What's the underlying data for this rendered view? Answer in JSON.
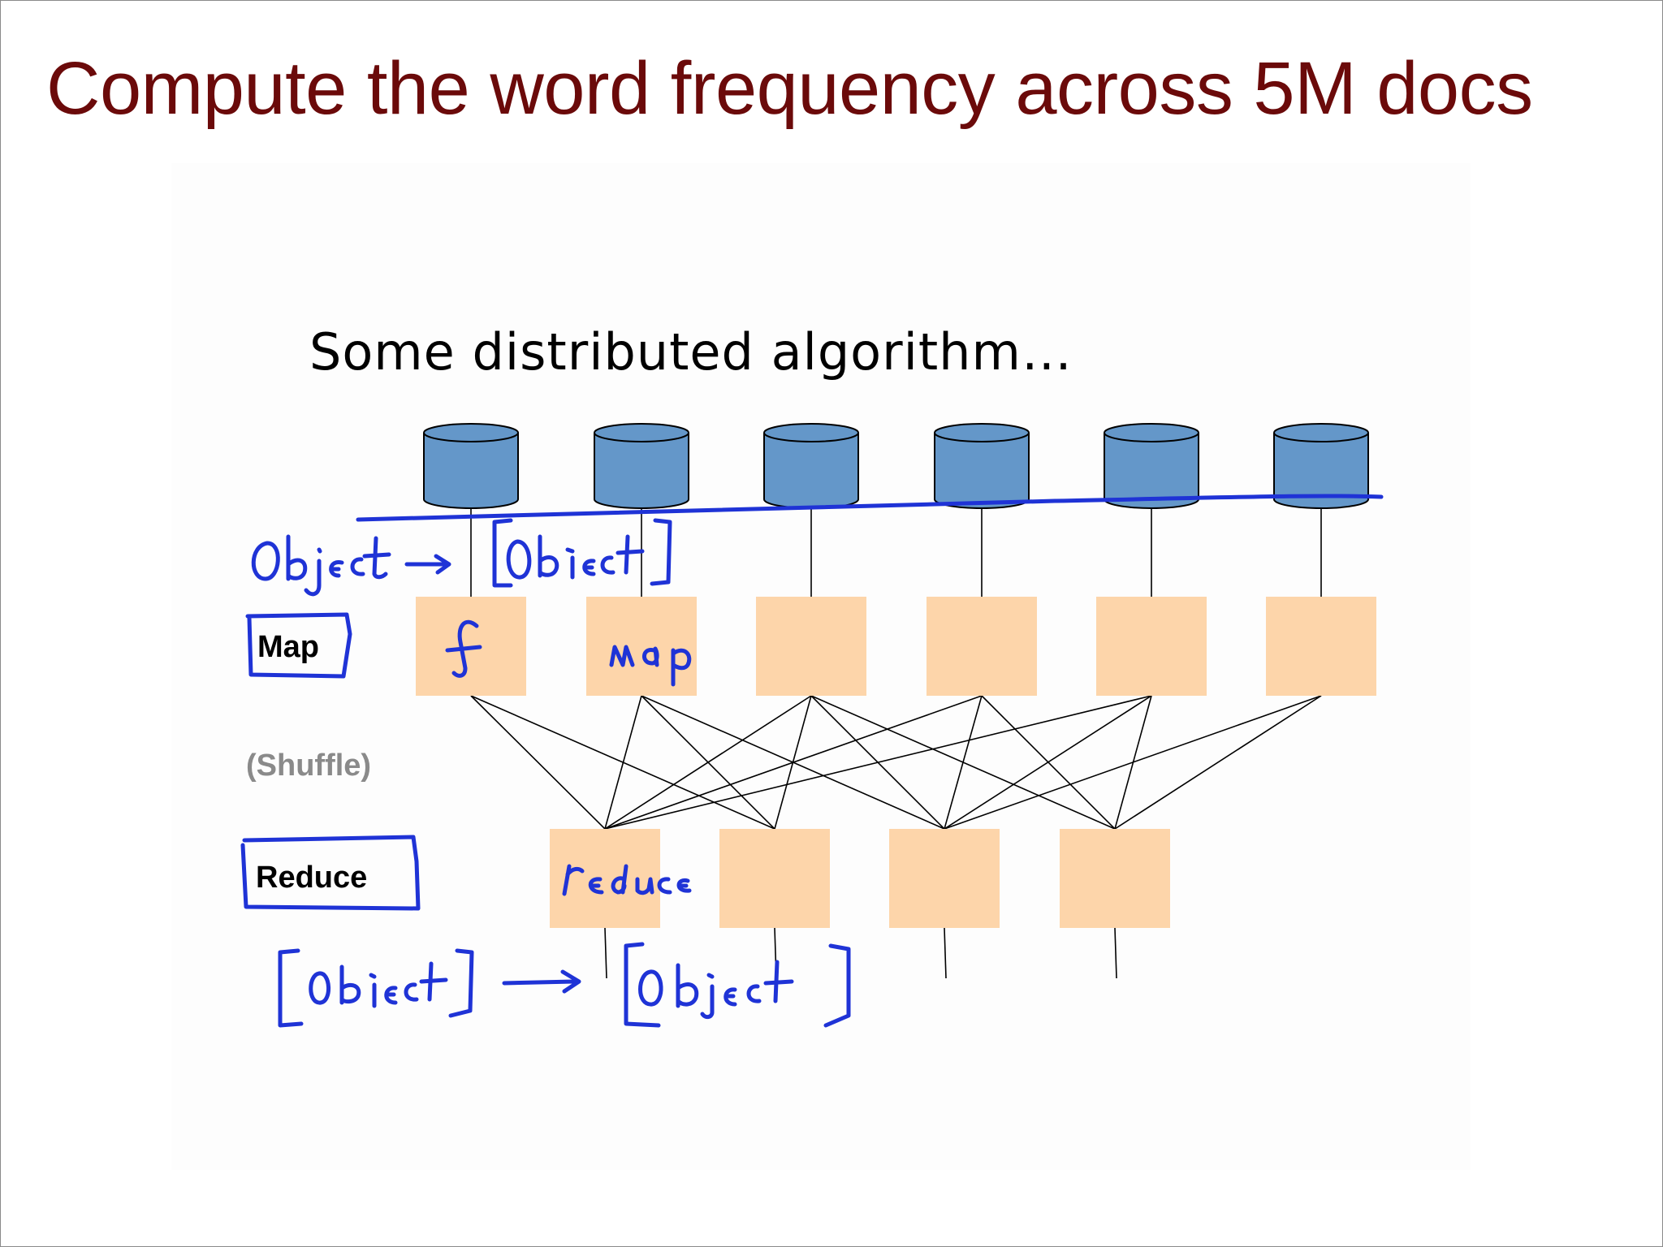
{
  "slide": {
    "title": "Compute the word frequency across 5M docs",
    "subtitle": "Some distributed algorithm…"
  },
  "stages": {
    "map_label": "Map",
    "shuffle_label": "(Shuffle)",
    "reduce_label": "Reduce"
  },
  "diagram": {
    "data_stores": 6,
    "map_tasks": 6,
    "reduce_tasks": 4,
    "map_outputs_to_reducers": [
      [
        0,
        1
      ],
      [
        0,
        1,
        2
      ],
      [
        0,
        1,
        2,
        3
      ],
      [
        0,
        2,
        3
      ],
      [
        0,
        2,
        3
      ],
      [
        2,
        3
      ]
    ]
  },
  "annotations": {
    "map_signature": "Object → [Object]",
    "map_function": "f",
    "map_box_note": "map",
    "reduce_box_note": "reduce",
    "reduce_signature": "[Object] → [Object]"
  },
  "colors": {
    "title": "#6b0a0a",
    "cylinder_fill": "#6497c9",
    "task_box_fill": "#fdd5aa",
    "ink": "#1f33d6",
    "shuffle_text": "#8a8a8a"
  }
}
